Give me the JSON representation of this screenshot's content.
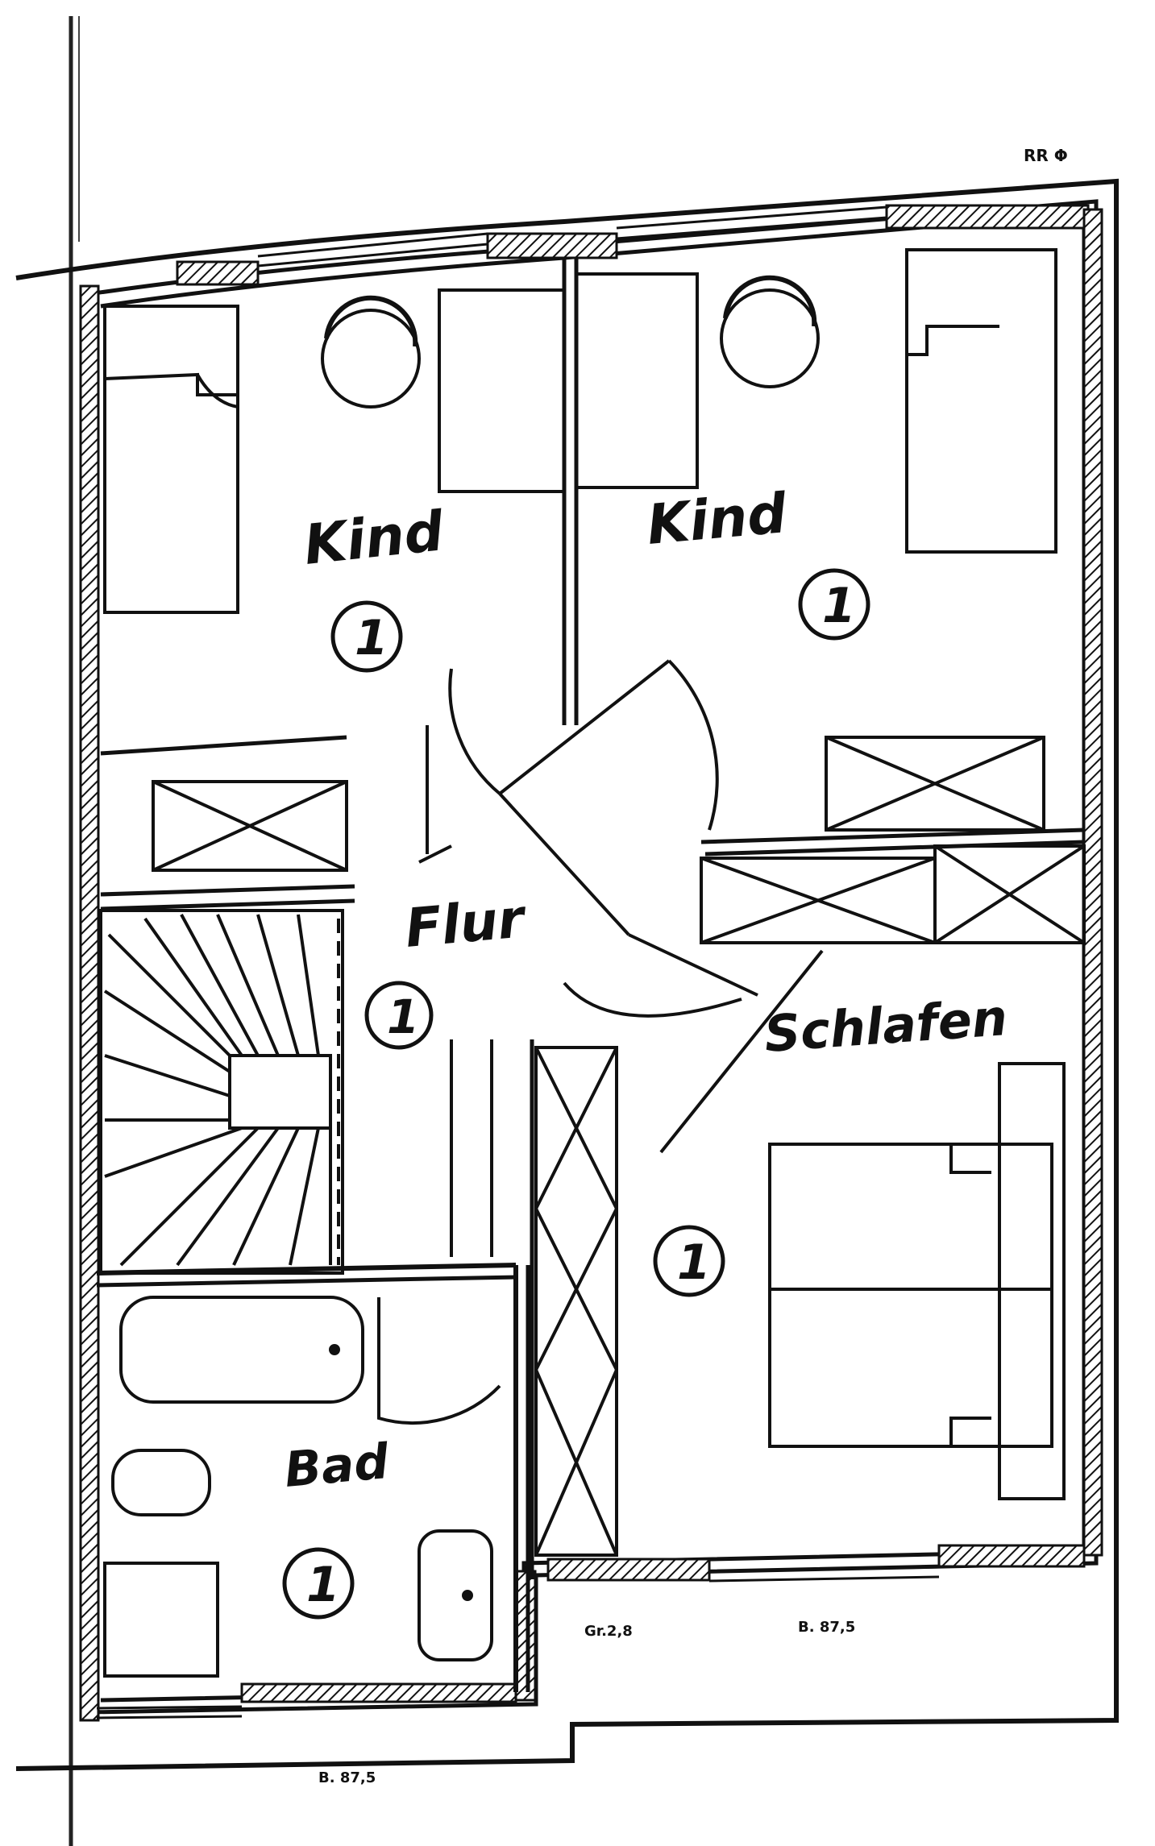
{
  "plan": {
    "top_right_note": "RR Φ",
    "rooms": {
      "kind_left": {
        "label": "Kind",
        "marker": "1"
      },
      "kind_right": {
        "label": "Kind",
        "marker": "1"
      },
      "flur": {
        "label": "Flur",
        "marker": "1"
      },
      "schlafen": {
        "label": "Schlafen",
        "marker": "1"
      },
      "bad": {
        "label": "Bad",
        "marker": "1"
      }
    },
    "window_notes": {
      "bottom_left": "B. 87,5",
      "bottom_mid": "Gr.2,8",
      "bottom_right": "B. 87,5"
    }
  }
}
